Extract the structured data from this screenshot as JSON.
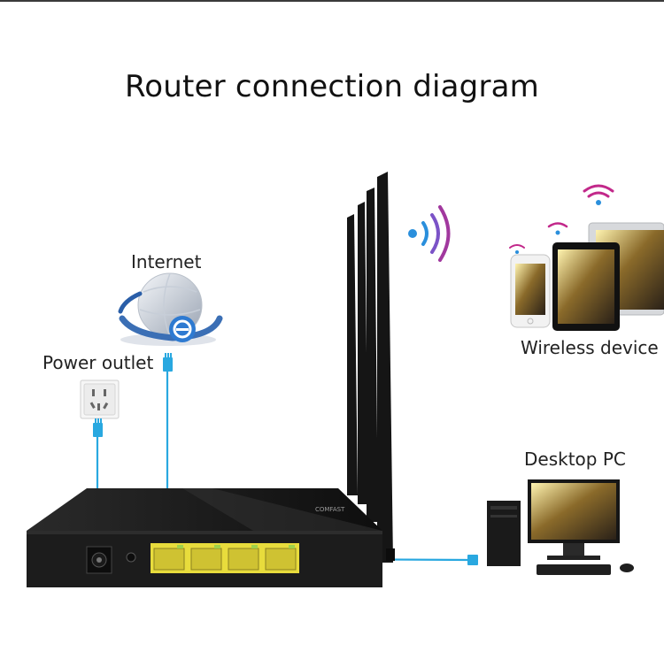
{
  "title": "Router connection diagram",
  "labels": {
    "internet": "Internet",
    "power_outlet": "Power outlet",
    "wireless_device": "Wireless device",
    "desktop_pc": "Desktop PC"
  },
  "colors": {
    "cable": "#29a8e0",
    "wifi_purple": "#8a3a9e",
    "wifi_pink": "#c2288a",
    "router_body": "#1c1c1c",
    "lan_port": "#f3e84b"
  },
  "icons": [
    "globe-icon",
    "wifi-icon",
    "power-socket-icon",
    "ethernet-plug-icon"
  ]
}
